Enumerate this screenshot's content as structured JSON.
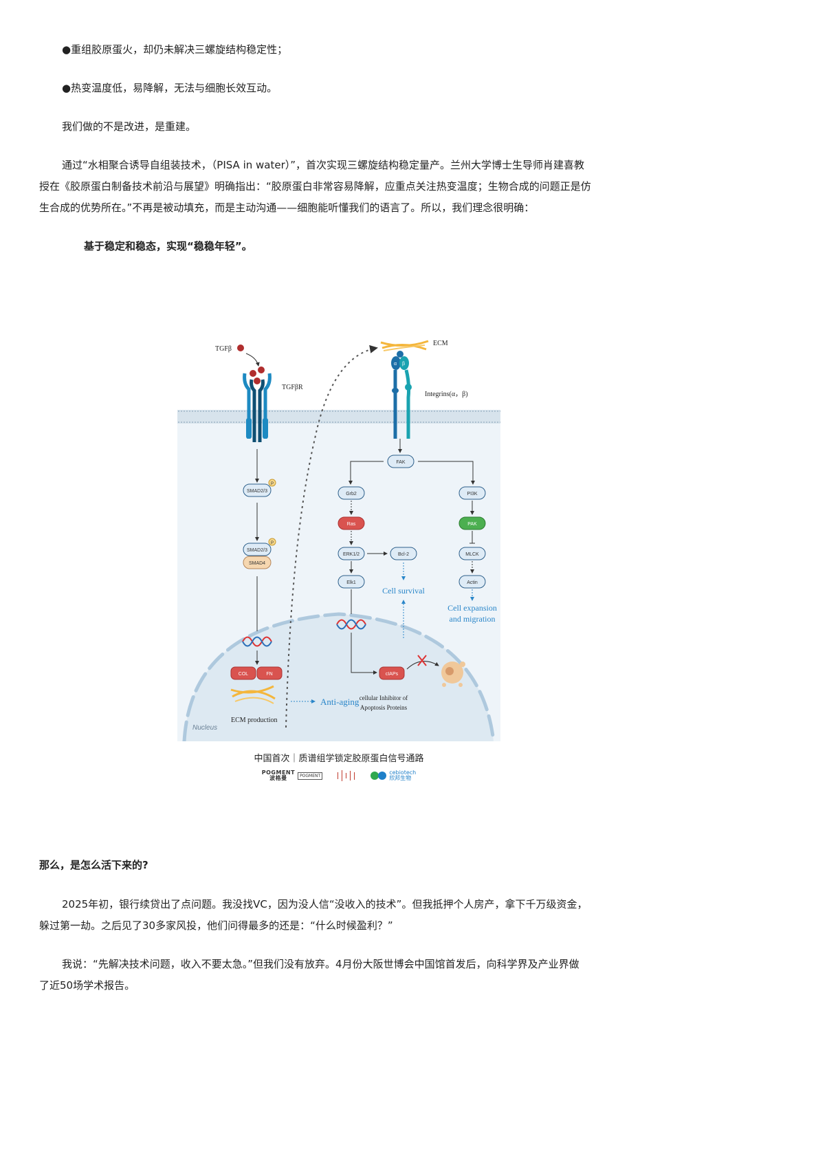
{
  "paragraphs": {
    "bullet_1": "●重组胶原蛋火，却仍未解决三螺旋结构稳定性；",
    "bullet_2": "●热变温度低，易降解，无法与细胞长效互动。",
    "rebuild": "我们做的不是改进，是重建。",
    "pisa_line_1": "通过“水相聚合诱导自组装技术，（PISA in water）”，首次实现三螺旋结构稳定量产。兰州大学博士生导师肖建喜教",
    "pisa_line_2": "授在《胶原蛋白制备技术前沿与展望》明确指出：“胶原蛋白非常容易降解，应重点关注热变温度；生物合成的问题正是仿",
    "pisa_line_3": "生合成的优势所在。”不再是被动填充，而是主动沟通——细胞能听懂我们的语言了。所以，我们理念很明确：",
    "motto": "基于稳定和稳态，实现“稳稳年轻”。",
    "heading": "那么，是怎么活下来的?",
    "story_line_1": "2025年初，银行续贷出了点问题。我没找VC，因为没人信“没收入的技术”。但我抵押个人房产，拿下千万级资金，",
    "story_line_2": "躲过第一劫。之后见了30多家风投，他们问得最多的还是：“什么时候盈利？”",
    "answer_line_1": "我说：“先解决技术问题，收入不要太急。”但我们没有放弃。4月份大阪世博会中国馆首发后，向科学界及产业界做",
    "answer_line_2": "了近50场学术报告。"
  },
  "figure": {
    "labels": {
      "tgfb": "TGFβ",
      "tgfbr": "TGFβR",
      "ecm": "ECM",
      "integrins": "Integrins(α，β)",
      "alpha": "α",
      "beta": "β",
      "smad23_a": "SMAD2/3",
      "smad23_b": "SMAD2/3",
      "smad4": "SMAD4",
      "p": "P",
      "fak": "FAK",
      "grb2": "Grb2",
      "ras": "Ras",
      "erk": "ERK1/2",
      "bcl2": "Bcl-2",
      "elk1": "Elk1",
      "pi3k": "PI3K",
      "pak": "PAK",
      "mlck": "MLCK",
      "actin": "Actin",
      "cell_survival": "Cell survival",
      "cell_expansion_1": "Cell expansion",
      "cell_expansion_2": "and migration",
      "col": "COL",
      "fn": "FN",
      "ciaps": "cIAPs",
      "ciap_desc_1": "cellular Inhibitor of",
      "ciap_desc_2": "Apoptosis Proteins",
      "nucleus": "Nucleus",
      "ecm_production": "ECM production",
      "anti_aging": "Anti-aging"
    },
    "colors": {
      "background": "#eef4f9",
      "membrane": "#c9d9e6",
      "node_fill": "#deebf6",
      "node_stroke": "#2d5f8a",
      "ras_fill": "#d9534f",
      "pak_fill": "#4caf50",
      "smad4_fill": "#f6d7b0",
      "phospho_fill": "#f5d78a",
      "accent_blue": "#2a86c9",
      "ecm_orange": "#f4b63c",
      "receptor_dark": "#0f4f73",
      "receptor_light": "#1d8ac2",
      "integrin_teal": "#1aa3b0",
      "ligand_red": "#b02e2e"
    },
    "caption": "中国首次｜质谱组学锁定胶原蛋白信号通路",
    "logos": {
      "pogment_en": "POGMENT",
      "pogment_cn": "波格曼",
      "pogment_box": "POGMENT",
      "cebiotech_en": "cebiotech",
      "cebiotech_cn": "欣邦生物"
    }
  }
}
